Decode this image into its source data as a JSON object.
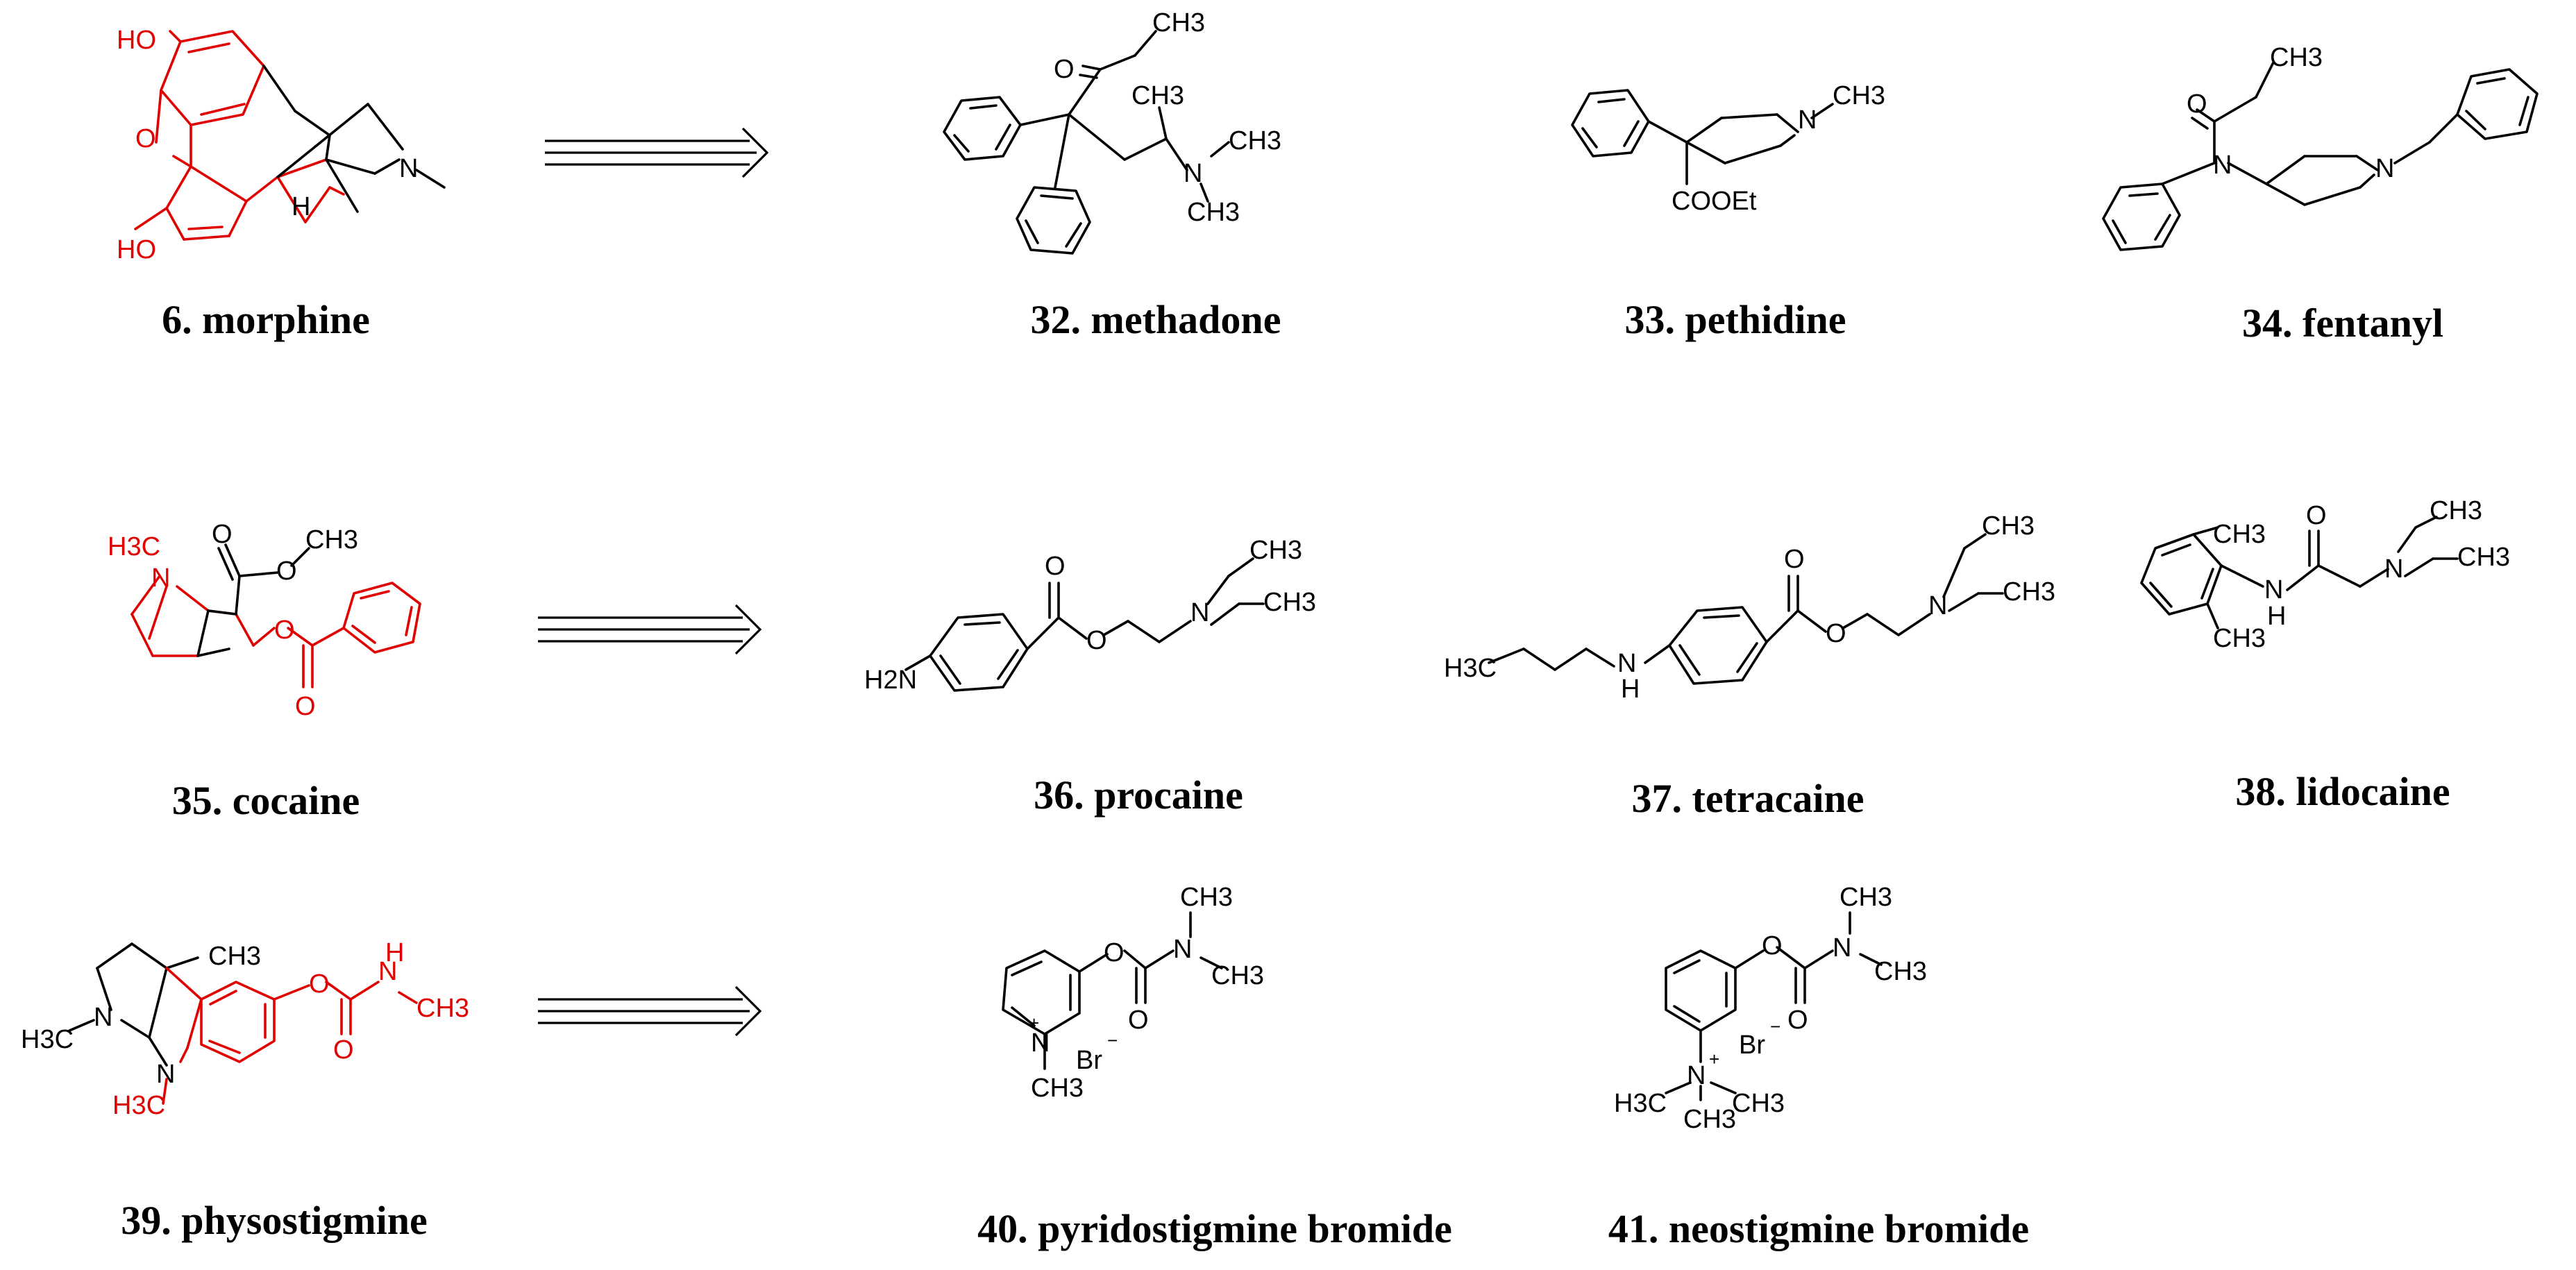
{
  "molecules": [
    {
      "id": "m6",
      "caption": "6. morphine"
    },
    {
      "id": "m32",
      "caption": "32. methadone"
    },
    {
      "id": "m33",
      "caption": "33. pethidine"
    },
    {
      "id": "m34",
      "caption": "34. fentanyl"
    },
    {
      "id": "m35",
      "caption": "35. cocaine"
    },
    {
      "id": "m36",
      "caption": "36. procaine"
    },
    {
      "id": "m37",
      "caption": "37. tetracaine"
    },
    {
      "id": "m38",
      "caption": "38. lidocaine"
    },
    {
      "id": "m39",
      "caption": "39. physostigmine"
    },
    {
      "id": "m40",
      "caption": "40. pyridostigmine bromide"
    },
    {
      "id": "m41",
      "caption": "41. neostigmine bromide"
    }
  ],
  "atom_labels": {
    "HO": "HO",
    "N": "N",
    "H": "H",
    "O": "O",
    "CH3": "CH3",
    "COOEt": "COOEt",
    "H3C": "H3C",
    "H2N": "H2N",
    "NH_H": "H",
    "Br": "Br",
    "minus": "−",
    "plus": "+"
  },
  "colors": {
    "highlight": "#e00000",
    "ink": "#000000"
  }
}
